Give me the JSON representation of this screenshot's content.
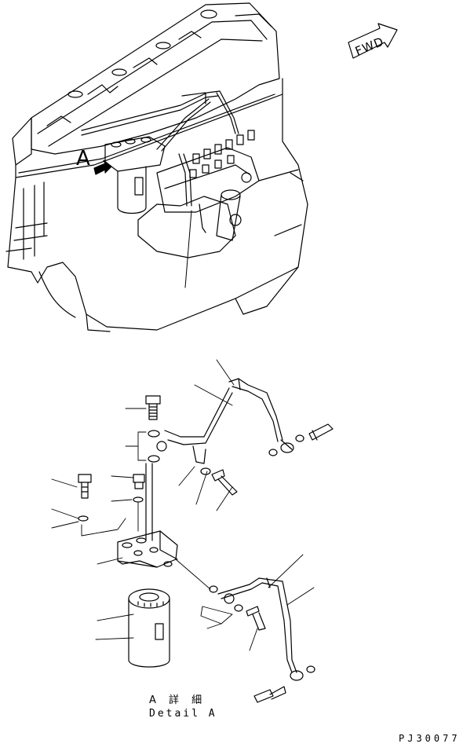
{
  "diagram": {
    "view_letter": "A",
    "forward_marker": "FWD",
    "detail_caption_jp": "A 詳 細",
    "detail_caption_en": "Detail A",
    "drawing_number": "PJ30077"
  },
  "colors": {
    "line": "#000000",
    "background": "#ffffff"
  }
}
